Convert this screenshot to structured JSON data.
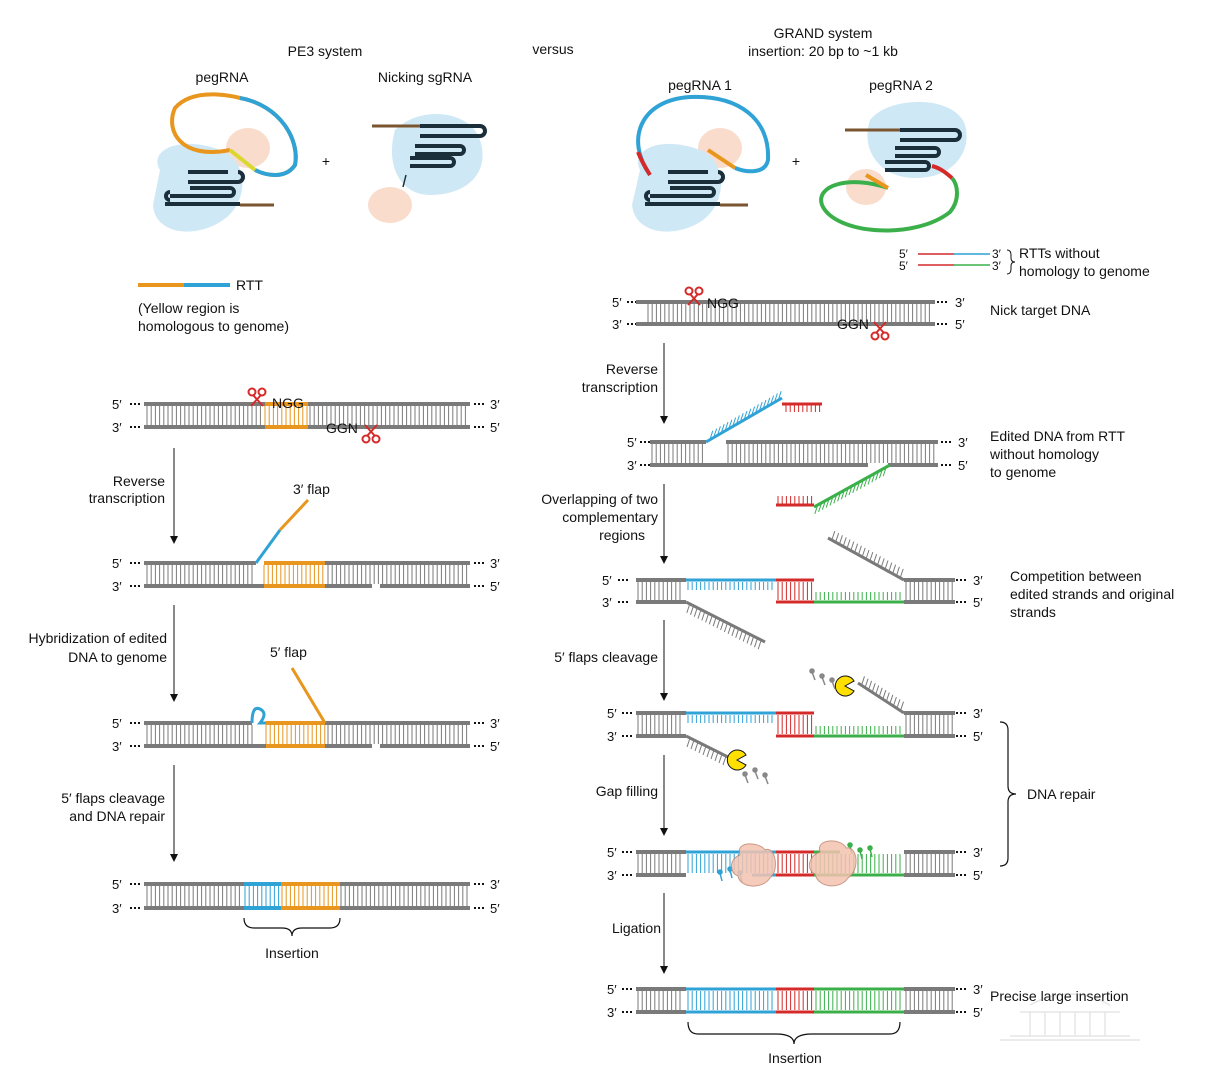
{
  "colors": {
    "dna": "#7a7a7a",
    "rna_blue": "#2fa2d6",
    "rna_orange": "#e8961e",
    "rna_yellow": "#d8d830",
    "red": "#d42a2a",
    "green": "#3bb04a",
    "cas9": "#cfe8f6",
    "rt": "#f9dccc",
    "brown": "#7a5530",
    "yellow_exo": "#ffe000"
  },
  "header": {
    "pe3_title": "PE3 system",
    "versus": "versus",
    "grand_title": "GRAND system",
    "grand_subtitle": "insertion: 20 bp to ~1 kb"
  },
  "pe3": {
    "pegrna_label": "pegRNA",
    "nicking_label": "Nicking sgRNA",
    "plus": "+",
    "legend_rtt": "RTT",
    "legend_note_line1": "(Yellow region is",
    "legend_note_line2": "homologous to genome)",
    "ngg": "NGG",
    "ggn": "GGN",
    "flap3": "3′ flap",
    "flap5": "5′ flap",
    "step1_line1": "Reverse",
    "step1_line2": "transcription",
    "step2_line1": "Hybridization of edited",
    "step2_line2": "DNA to genome",
    "step3_line1": "5′ flaps cleavage",
    "step3_line2": "and DNA repair",
    "insertion": "Insertion"
  },
  "grand": {
    "pegrna1_label": "pegRNA 1",
    "pegrna2_label": "pegRNA 2",
    "plus": "+",
    "rtt_legend_line1": "RTTs without",
    "rtt_legend_line2": "homology to genome",
    "ngg": "NGG",
    "ggn": "GGN",
    "row1_label": "Nick target DNA",
    "step1_line1": "Reverse",
    "step1_line2": "transcription",
    "row2_label_line1": "Edited DNA from RTT",
    "row2_label_line2": "without homology",
    "row2_label_line3": "to genome",
    "step2_line1": "Overlapping of two",
    "step2_line2": "complementary",
    "step2_line3": "regions",
    "row3_label_line1": "Competition between",
    "row3_label_line2": "edited strands and original",
    "row3_label_line3": "strands",
    "step3": "5′ flaps cleavage",
    "step4": "Gap filling",
    "dna_repair": "DNA repair",
    "step5": "Ligation",
    "row6_label": "Precise large insertion",
    "insertion": "Insertion"
  },
  "ends": {
    "five": "5′",
    "three": "3′"
  }
}
